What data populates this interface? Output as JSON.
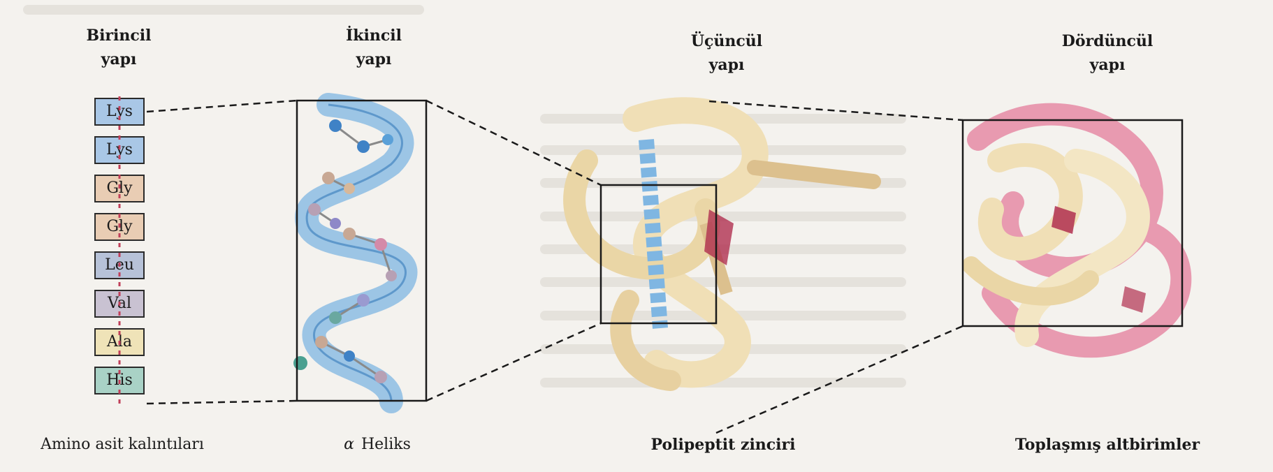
{
  "titles": {
    "primary": "Birincil\nyapı",
    "secondary": "İkincil\nyapı",
    "tertiary": "Üçüncül\nyapı",
    "quaternary": "Dördüncül\nyapı"
  },
  "captions": {
    "primary": "Amino asit kalıntıları",
    "secondary_greek": "α",
    "secondary": "Heliks",
    "tertiary": "Polipeptit zinciri",
    "quaternary": "Toplaşmış altbirimler"
  },
  "residues": [
    {
      "label": "Lys",
      "color": "#a9c7e6"
    },
    {
      "label": "Lys",
      "color": "#a9c7e6"
    },
    {
      "label": "Gly",
      "color": "#e9cdb4"
    },
    {
      "label": "Gly",
      "color": "#e9cdb4"
    },
    {
      "label": "Leu",
      "color": "#b7c2d8"
    },
    {
      "label": "Val",
      "color": "#c9c2d2"
    },
    {
      "label": "Ala",
      "color": "#efe3b8"
    },
    {
      "label": "His",
      "color": "#a9d2c6"
    }
  ],
  "colors": {
    "helix_blue": "#7fb6e2",
    "ribbon_cream": "#f0dfb6",
    "ribbon_tan": "#dcc08e",
    "subunit_pink": "#e89ab0",
    "heme_red": "#b03050",
    "connector_pink": "#c0405a"
  }
}
